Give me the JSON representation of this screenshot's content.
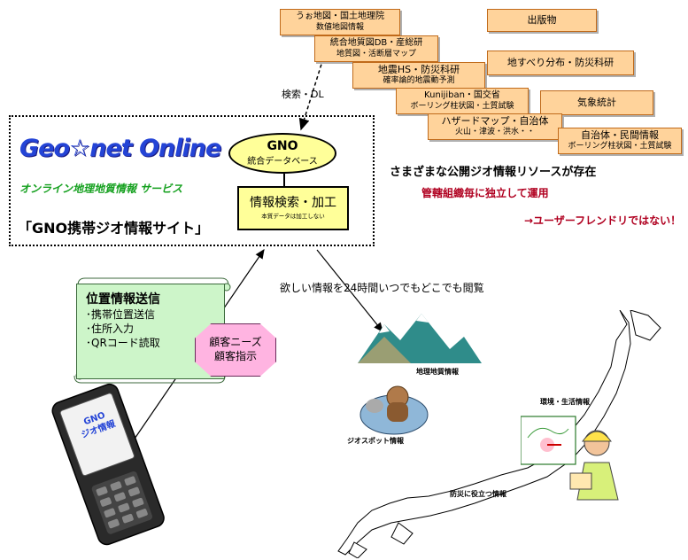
{
  "sources": [
    {
      "l1": "うぉ地図・国土地理院",
      "l2": "数値地図情報"
    },
    {
      "l1": "出版物",
      "l2": ""
    },
    {
      "l1": "統合地質図DB・産総研",
      "l2": "地質図・活断層マップ"
    },
    {
      "l1": "地すべり分布・防災科研",
      "l2": ""
    },
    {
      "l1": "地震HS・防災科研",
      "l2": "確率論的地震動予測"
    },
    {
      "l1": "Kunijiban・国交省",
      "l2": "ボーリング柱状図・土質試験"
    },
    {
      "l1": "気象統計",
      "l2": ""
    },
    {
      "l1": "ハザードマップ・自治体",
      "l2": "火山・津波・洪水・・"
    },
    {
      "l1": "自治体・民間情報",
      "l2": "ボーリング柱状図・土質試験"
    }
  ],
  "search_dl_label": "検索・DL",
  "geonet_title": "Geo☆net Online",
  "geonet_subtitle": "オンライン地理地質情報 サービス",
  "gno_site_label": "「GNO携帯ジオ情報サイト」",
  "gno_db": {
    "title": "GNO",
    "subtitle": "統合データベース"
  },
  "search_process": {
    "title": "情報検索・加工",
    "note": "本質データは加工しない"
  },
  "resources_statement": "さまざまな公開ジオ情報リソースが存在",
  "independent_statement": "管轄組織毎に独立して運用",
  "not_friendly_statement": "→ユーザーフレンドリではない！",
  "browse_statement": "欲しい情報を24時間いつでもどこでも閲覧",
  "location_send": {
    "title": "位置情報送信",
    "items": [
      "･携帯位置送信",
      "･住所入力",
      "･QRコード読取"
    ]
  },
  "customer_needs": {
    "l1": "顧客ニーズ",
    "l2": "顧客指示"
  },
  "phone_screen": {
    "l1": "GNO",
    "l2": "ジオ情報"
  },
  "map_labels": {
    "geology": "地理地質情報",
    "environment": "環境・生活情報",
    "geospot": "ジオスポット情報",
    "disaster": "防災に役立つ情報"
  },
  "colors": {
    "source_fill": "#ffd39b",
    "accent_blue": "#2444d6",
    "green_text": "#14a01e",
    "red_text": "#b00020",
    "yellow_fill": "#ffff99"
  }
}
